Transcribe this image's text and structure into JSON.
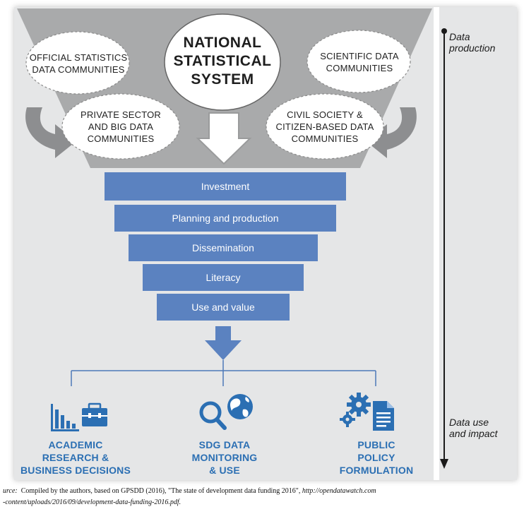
{
  "title": "NATIONAL STATISTICAL SYSTEM",
  "title_lines": [
    "NATIONAL",
    "STATISTICAL",
    "SYSTEM"
  ],
  "communities": {
    "official": [
      "OFFICIAL STATISTICS",
      "DATA COMMUNITIES"
    ],
    "scientific": [
      "SCIENTIFIC DATA",
      "COMMUNITIES"
    ],
    "private": [
      "PRIVATE SECTOR",
      "AND BIG DATA",
      "COMMUNITIES"
    ],
    "civil": [
      "CIVIL SOCIETY &",
      "CITIZEN-BASED DATA",
      "COMMUNITIES"
    ]
  },
  "tiers": [
    "Investment",
    "Planning and production",
    "Dissemination",
    "Literacy",
    "Use and value"
  ],
  "outcomes": {
    "academic": [
      "ACADEMIC",
      "RESEARCH &",
      "BUSINESS DECISIONS"
    ],
    "sdg": [
      "SDG DATA",
      "MONITORING",
      "& USE"
    ],
    "policy": [
      "PUBLIC",
      "POLICY",
      "FORMULATION"
    ]
  },
  "axis": {
    "top": [
      "Data",
      "production"
    ],
    "bottom": [
      "Data use",
      "and impact"
    ]
  },
  "source": {
    "line1_prefix": "urce:",
    "line1_text": "Compiled by the authors, based on GPSDD (2016), \"The state of development data funding 2016\", ",
    "line1_url": "http://opendatawatch.com",
    "line2": "-content/uploads/2016/09/development-data-funding-2016.pdf."
  },
  "colors": {
    "background": "#e5e6e7",
    "funnel_gray": "#a9aaab",
    "tier_blue": "#5b82c0",
    "icon_blue": "#2b6fb3",
    "outcome_text": "#2b6fb3"
  },
  "icons": [
    "bar-chart-icon",
    "briefcase-icon",
    "magnifier-icon",
    "globe-icon",
    "gears-icon",
    "document-icon",
    "down-arrow-icon"
  ]
}
